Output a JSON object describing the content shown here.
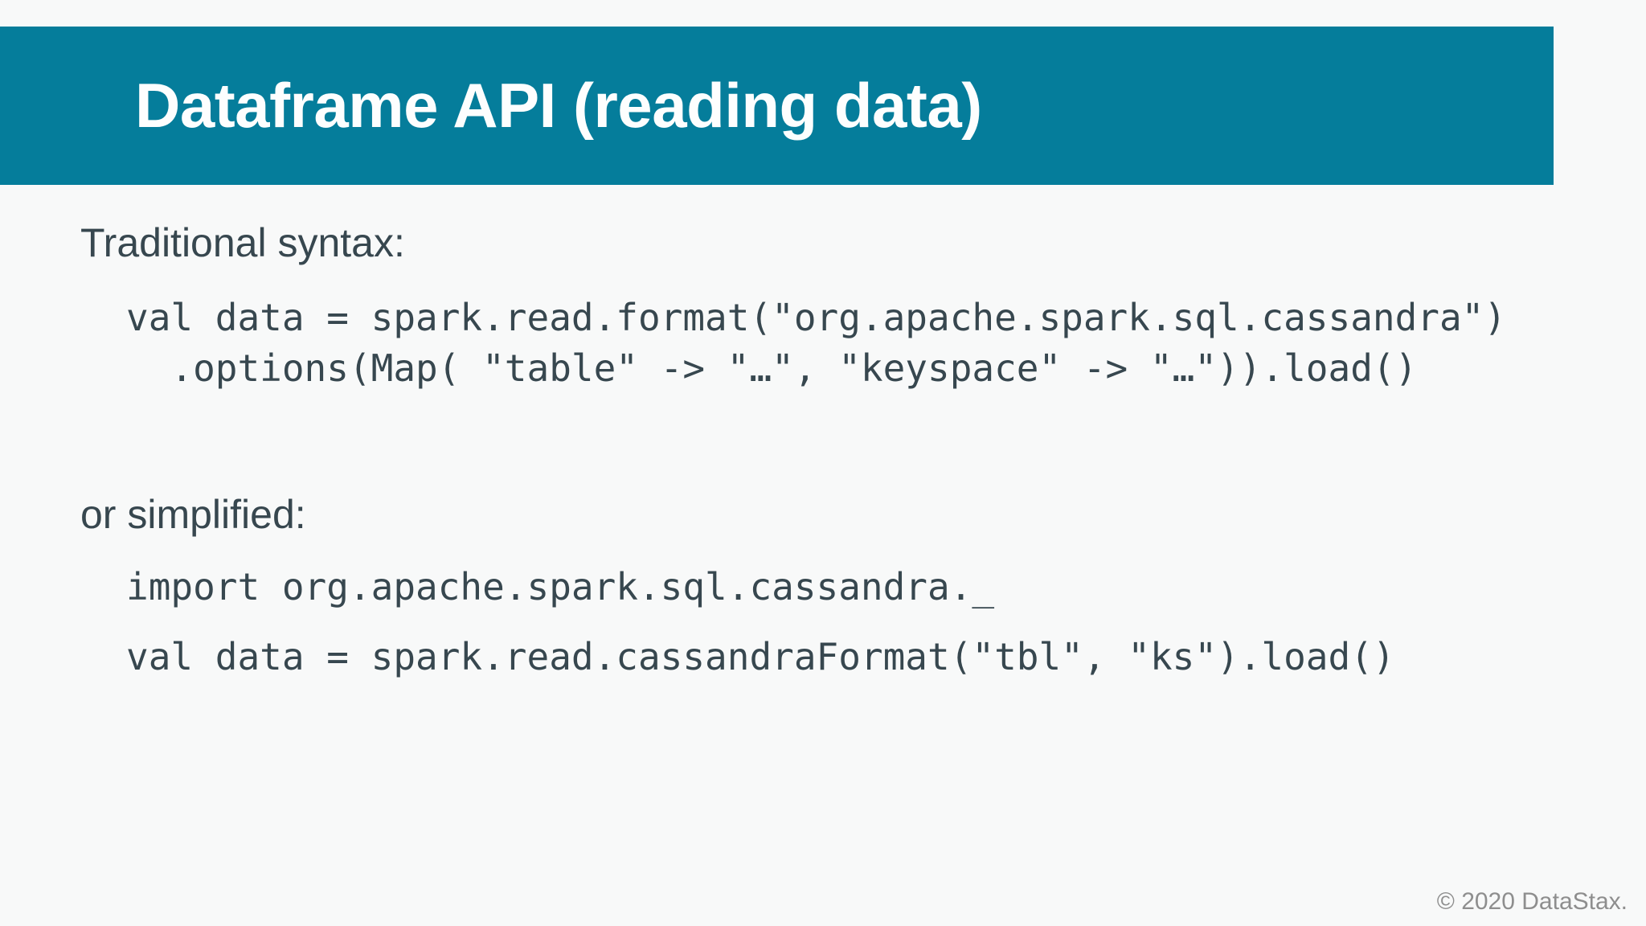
{
  "slide": {
    "title": "Dataframe API (reading data)",
    "sections": [
      {
        "label": "Traditional syntax:",
        "code_lines": [
          "val data = spark.read.format(\"org.apache.spark.sql.cassandra\")",
          "  .options(Map( \"table\" -> \"…\", \"keyspace\" -> \"…\")).load()"
        ]
      },
      {
        "label": "or simplified:",
        "code_lines": [
          "import org.apache.spark.sql.cassandra._",
          "val data = spark.read.cassandraFormat(\"tbl\", \"ks\").load()"
        ]
      }
    ],
    "footer": "© 2020 DataStax.",
    "colors": {
      "header_bg": "#057d9b",
      "text": "#37474f",
      "footer_text": "#8e8e8e",
      "background": "#f8f9f9",
      "title_color": "#fdfefe"
    }
  }
}
